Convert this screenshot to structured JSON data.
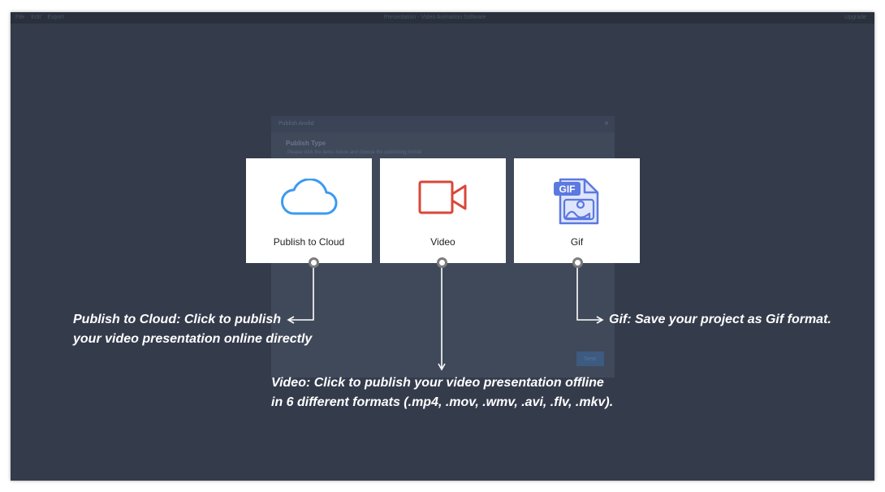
{
  "titlebar": {
    "menu": [
      "File",
      "Edit",
      "Export"
    ],
    "window_title": "Presentation - Video Animation Software",
    "right_text": "Upgrade"
  },
  "dialog": {
    "title": "Publish Anvlid",
    "close": "×",
    "section_title": "Publish Type",
    "section_desc": "Please click the items below and choose the publishing format",
    "next_label": "Next"
  },
  "cards": {
    "cloud": {
      "label": "Publish to Cloud",
      "icon": "cloud-icon",
      "color": "#3b9af0"
    },
    "video": {
      "label": "Video",
      "icon": "video-camera-icon",
      "color": "#d9473a"
    },
    "gif": {
      "label": "Gif",
      "icon": "gif-file-icon",
      "color": "#5b79e0",
      "badge": "GIF"
    }
  },
  "annotations": {
    "cloud": {
      "line1": "Publish to Cloud: Click to publish",
      "line2": "your video presentation online directly"
    },
    "video": {
      "line1": "Video: Click to publish your video presentation offline",
      "line2": "in 6 different formats (.mp4, .mov, .wmv, .avi, .flv, .mkv)."
    },
    "gif": {
      "line1": "Gif: Save your project as Gif format."
    }
  }
}
